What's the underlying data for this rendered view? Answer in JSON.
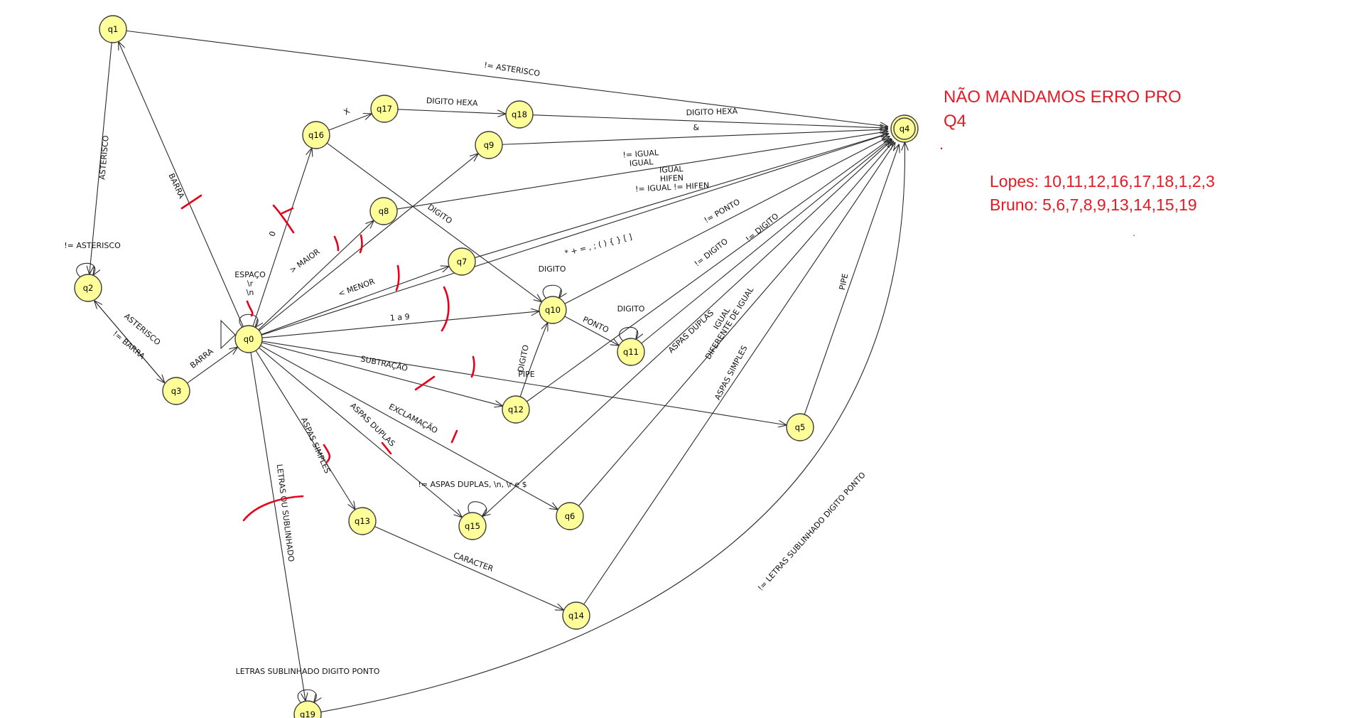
{
  "states": [
    {
      "id": "q0",
      "label": "q0"
    },
    {
      "id": "q1",
      "label": "q1"
    },
    {
      "id": "q2",
      "label": "q2"
    },
    {
      "id": "q3",
      "label": "q3"
    },
    {
      "id": "q4",
      "label": "q4",
      "accepting": true
    },
    {
      "id": "q5",
      "label": "q5"
    },
    {
      "id": "q6",
      "label": "q6"
    },
    {
      "id": "q7",
      "label": "q7"
    },
    {
      "id": "q8",
      "label": "q8"
    },
    {
      "id": "q9",
      "label": "q9"
    },
    {
      "id": "q10",
      "label": "q10"
    },
    {
      "id": "q11",
      "label": "q11"
    },
    {
      "id": "q12",
      "label": "q12"
    },
    {
      "id": "q13",
      "label": "q13"
    },
    {
      "id": "q14",
      "label": "q14"
    },
    {
      "id": "q15",
      "label": "q15"
    },
    {
      "id": "q16",
      "label": "q16"
    },
    {
      "id": "q17",
      "label": "q17"
    },
    {
      "id": "q18",
      "label": "q18"
    },
    {
      "id": "q19",
      "label": "q19"
    }
  ],
  "transitions": [
    {
      "from": "q1",
      "to": "q4",
      "label": "!= ASTERISCO"
    },
    {
      "from": "q1",
      "to": "q2",
      "label": "ASTERISCO"
    },
    {
      "from": "q2",
      "to": "q2",
      "label": "!= ASTERISCO"
    },
    {
      "from": "q2",
      "to": "q3",
      "label": "ASTERISCO"
    },
    {
      "from": "q3",
      "to": "q2",
      "label": "!= BARRA"
    },
    {
      "from": "q3",
      "to": "q0",
      "label": "BARRA"
    },
    {
      "from": "q0",
      "to": "q1",
      "label": "BARRA"
    },
    {
      "from": "q0",
      "to": "q0",
      "label": "ESPAÇO\n\\r\n\\n"
    },
    {
      "from": "q0",
      "to": "q16",
      "label": "0"
    },
    {
      "from": "q16",
      "to": "q17",
      "label": "X"
    },
    {
      "from": "q17",
      "to": "q18",
      "label": "DIGITO HEXA"
    },
    {
      "from": "q18",
      "to": "q4",
      "label": "DIGITO HEXA"
    },
    {
      "from": "q16",
      "to": "q10",
      "label": "DIGITO"
    },
    {
      "from": "q0",
      "to": "q9",
      "label": "&"
    },
    {
      "from": "q9",
      "to": "q4",
      "label": "&"
    },
    {
      "from": "q0",
      "to": "q8",
      "label": "> MAIOR"
    },
    {
      "from": "q8",
      "to": "q4",
      "label": "!= IGUAL\nIGUAL"
    },
    {
      "from": "q0",
      "to": "q7",
      "label": "< MENOR"
    },
    {
      "from": "q7",
      "to": "q4",
      "label": "IGUAL\nHIFEN\n!= IGUAL != HIFEN"
    },
    {
      "from": "q0",
      "to": "q4",
      "label": "* + = , ; ( ) { } [ ]"
    },
    {
      "from": "q0",
      "to": "q10",
      "label": "1 a 9"
    },
    {
      "from": "q10",
      "to": "q10",
      "label": "DIGITO"
    },
    {
      "from": "q10",
      "to": "q4",
      "label": "!= PONTO"
    },
    {
      "from": "q10",
      "to": "q11",
      "label": "PONTO"
    },
    {
      "from": "q11",
      "to": "q11",
      "label": "DIGITO"
    },
    {
      "from": "q11",
      "to": "q4",
      "label": "!= DIGITO"
    },
    {
      "from": "q0",
      "to": "q12",
      "label": "SUBTRAÇÃO"
    },
    {
      "from": "q12",
      "to": "q10",
      "label": "DIGITO"
    },
    {
      "from": "q12",
      "to": "q4",
      "label": "!= DIGITO"
    },
    {
      "from": "q0",
      "to": "q5",
      "label": "PIPE"
    },
    {
      "from": "q5",
      "to": "q4",
      "label": "PIPE"
    },
    {
      "from": "q0",
      "to": "q6",
      "label": "EXCLAMAÇÃO"
    },
    {
      "from": "q6",
      "to": "q4",
      "label": "IGUAL\nDIFERENTE DE IGUAL"
    },
    {
      "from": "q0",
      "to": "q15",
      "label": "ASPAS DUPLAS"
    },
    {
      "from": "q15",
      "to": "q15",
      "label": "!= ASPAS DUPLAS, \\n, \\r e $"
    },
    {
      "from": "q15",
      "to": "q4",
      "label": "ASPAS DUPLAS"
    },
    {
      "from": "q0",
      "to": "q13",
      "label": "ASPAS SIMPLES"
    },
    {
      "from": "q13",
      "to": "q14",
      "label": "CARACTER"
    },
    {
      "from": "q14",
      "to": "q4",
      "label": "ASPAS SIMPLES"
    },
    {
      "from": "q0",
      "to": "q19",
      "label": "LETRAS OU SUBLINHADO"
    },
    {
      "from": "q19",
      "to": "q19",
      "label": "LETRAS SUBLINHADO DIGITO PONTO"
    },
    {
      "from": "q19",
      "to": "q4",
      "label": "!= LETRAS SUBLINHADO DIGITO PONTO"
    }
  ],
  "notes": {
    "title": "NÃO MANDAMOS ERRO PRO Q4",
    "dot": ".",
    "lopes": "Lopes: 10,11,12,16,17,18,1,2,3",
    "bruno": "Bruno: 5,6,7,8,9,13,14,15,19",
    "dot2": "."
  },
  "colors": {
    "state_fill": "#ffff99",
    "annotation": "#e81923"
  }
}
